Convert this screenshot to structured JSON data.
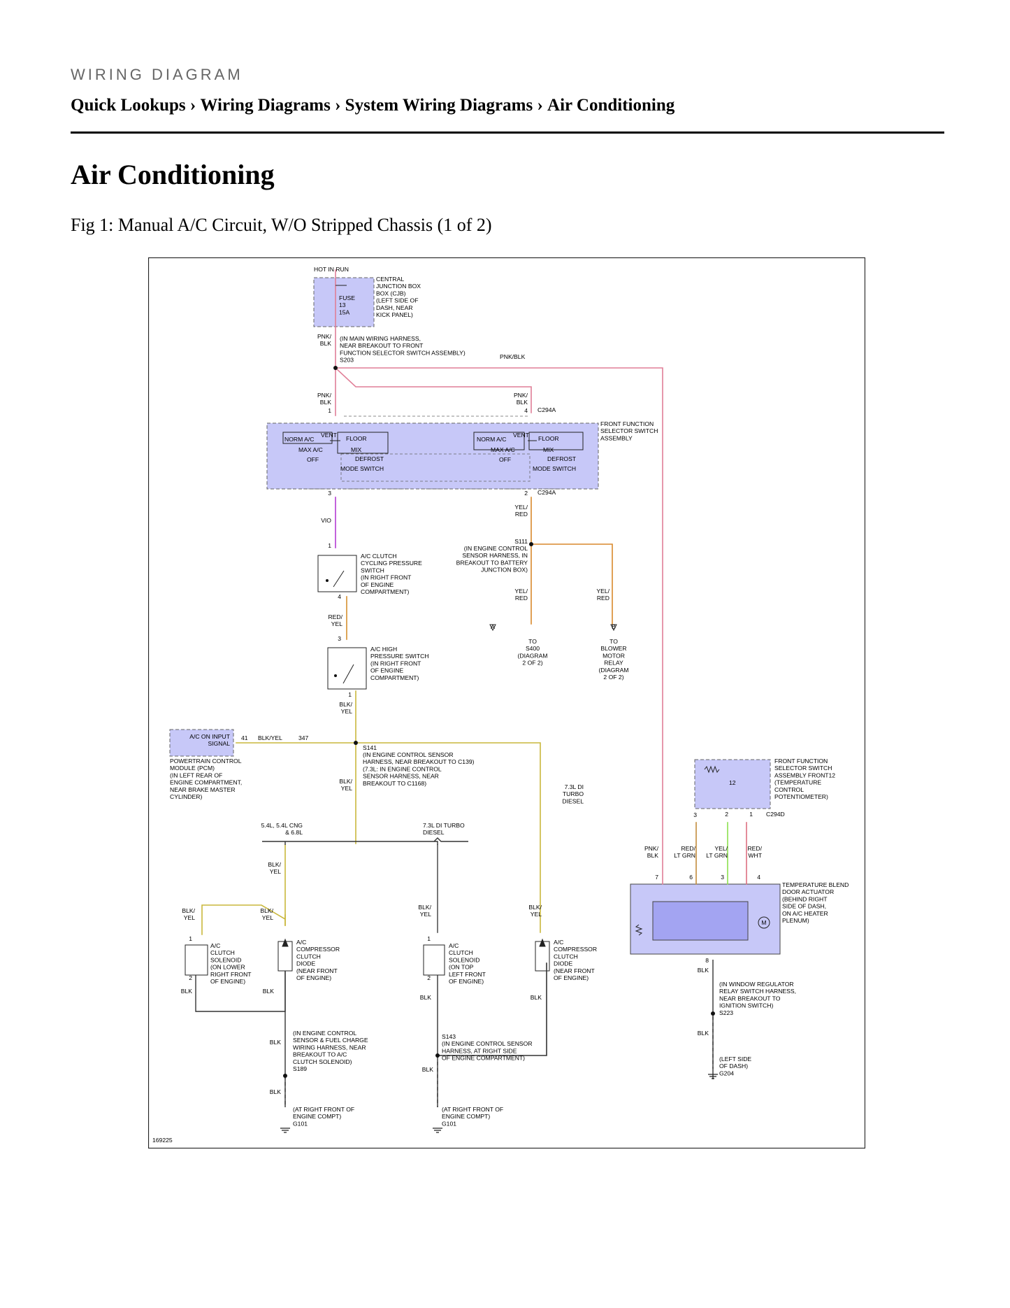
{
  "header": {
    "section_label": "WIRING DIAGRAM",
    "breadcrumb": [
      "Quick Lookups",
      "Wiring Diagrams",
      "System Wiring Diagrams",
      "Air Conditioning"
    ],
    "separator": "›"
  },
  "page_title": "Air Conditioning",
  "figure": {
    "caption": "Fig 1: Manual A/C Circuit, W/O Stripped Chassis (1 of 2)",
    "diagram_id": "169225",
    "colors": {
      "component_fill": "#c7c8f8",
      "actuator_inner": "#a3a4f2",
      "wire_pnk_blk": "#e07f97",
      "wire_vio": "#b43ad4",
      "wire_yel_red": "#d9892b",
      "wire_red_yel": "#d6902f",
      "wire_blk_yel": "#c9b73c",
      "wire_blk": "#333333",
      "wire_red_lt_grn": "#c38c3c",
      "wire_yel_lt_grn": "#8be04d",
      "wire_red_wht": "#de6f80"
    },
    "labels": {
      "hot_in_run": "HOT IN RUN",
      "cjb": [
        "CENTRAL",
        "JUNCTION BOX",
        "BOX (CJB)",
        "(LEFT SIDE OF",
        "DASH, NEAR",
        "KICK PANEL)"
      ],
      "fuse": [
        "FUSE",
        "13",
        "15A"
      ],
      "pnk_blk_top": [
        "PNK/",
        "BLK"
      ],
      "main_harness": [
        "(IN MAIN WIRING HARNESS,",
        "NEAR BREAKOUT TO FRONT",
        "FUNCTION SELECTOR SWITCH ASSEMBLY)",
        "S203"
      ],
      "pnk_blk_run": "PNK/BLK",
      "pnk_blk_left": [
        "PNK/",
        "BLK"
      ],
      "pnk_blk_right": [
        "PNK/",
        "BLK"
      ],
      "pin_1_top": "1",
      "pin_4_top": "4",
      "c294a_top": "C294A",
      "ffss": [
        "FRONT FUNCTION",
        "SELECTOR SWITCH",
        "ASSEMBLY"
      ],
      "switch_left": {
        "norm_ac": "NORM A/C",
        "vent": "VENT",
        "floor": "FLOOR",
        "max_ac": "MAX A/C",
        "mix": "MIX",
        "off": "OFF",
        "defrost": "DEFROST",
        "mode": "MODE SWITCH"
      },
      "switch_right": {
        "norm_ac": "NORM A/C",
        "vent": "VENT",
        "floor": "FLOOR",
        "max_ac": "MAX A/C",
        "mix": "MIX",
        "off": "OFF",
        "defrost": "DEFROST",
        "mode": "MODE SWITCH"
      },
      "pin_3_sw": "3",
      "pin_2_sw": "2",
      "c294a_bot": "C294A",
      "vio": "VIO",
      "yel_red_1": [
        "YEL/",
        "RED"
      ],
      "s111": "S111",
      "s111_desc": [
        "(IN ENGINE CONTROL",
        "SENSOR HARNESS, IN",
        "BREAKOUT TO BATTERY",
        "JUNCTION BOX)"
      ],
      "yel_red_2": [
        "YEL/",
        "RED"
      ],
      "yel_red_3": [
        "YEL/",
        "RED"
      ],
      "conn_a": "A",
      "conn_b": "B",
      "to_s400": [
        "TO",
        "S400",
        "(DIAGRAM",
        "2 OF 2)"
      ],
      "to_blower": [
        "TO",
        "BLOWER",
        "MOTOR",
        "RELAY",
        "(DIAGRAM",
        "2 OF 2)"
      ],
      "pin_1_ccps": "1",
      "ccps": [
        "A/C CLUTCH",
        "CYCLING PRESSURE",
        "SWITCH",
        "(IN RIGHT FRONT",
        "OF ENGINE",
        "COMPARTMENT)"
      ],
      "pin_4_ccps": "4",
      "red_yel": [
        "RED/",
        "YEL"
      ],
      "pin_3_hps": "3",
      "hps": [
        "A/C HIGH",
        "PRESSURE SWITCH",
        "(IN RIGHT FRONT",
        "OF ENGINE",
        "COMPARTMENT)"
      ],
      "pin_1_hps": "1",
      "blk_yel_hps": [
        "BLK/",
        "YEL"
      ],
      "ac_on_input": [
        "A/C ON INPUT",
        "SIGNAL"
      ],
      "pin_41": "41",
      "blk_yel_pcm": "BLK/YEL",
      "circuit_347": "347",
      "pcm": [
        "POWERTRAIN CONTROL",
        "MODULE (PCM)",
        "(IN LEFT REAR OF",
        "ENGINE COMPARTMENT,",
        "NEAR BRAKE MASTER",
        "CYLINDER)"
      ],
      "s141": "S141",
      "s141_desc": [
        "(IN ENGINE CONTROL SENSOR",
        "HARNESS, NEAR BREAKOUT TO C139)",
        "(7.3L: IN ENGINE CONTROL",
        "SENSOR HARNESS, NEAR",
        "BREAKOUT TO C1168)"
      ],
      "blk_yel_s141": [
        "BLK/",
        "YEL"
      ],
      "turbo_right": [
        "7.3L DI",
        "TURBO",
        "DIESEL"
      ],
      "gas_engines": [
        "5.4L, 5.4L CNG",
        "& 6.8L"
      ],
      "turbo_mid": [
        "7.3L DI TURBO",
        "DIESEL"
      ],
      "blk_yel_a": [
        "BLK/",
        "YEL"
      ],
      "blk_yel_b": [
        "BLK/",
        "YEL"
      ],
      "blk_yel_c": [
        "BLK/",
        "YEL"
      ],
      "blk_yel_d": [
        "BLK/",
        "YEL"
      ],
      "blk_yel_e": [
        "BLK/",
        "YEL"
      ],
      "sol_left": [
        "A/C",
        "CLUTCH",
        "SOLENOID",
        "(ON LOWER",
        "RIGHT FRONT",
        "OF ENGINE)"
      ],
      "diode_left": [
        "A/C",
        "COMPRESSOR",
        "CLUTCH",
        "DIODE",
        "(NEAR FRONT",
        "OF ENGINE)"
      ],
      "sol_mid": [
        "A/C",
        "CLUTCH",
        "SOLENOID",
        "(ON TOP",
        "LEFT FRONT",
        "OF ENGINE)"
      ],
      "diode_right": [
        "A/C",
        "COMPRESSOR",
        "CLUTCH",
        "DIODE",
        "(NEAR FRONT",
        "OF ENGINE)"
      ],
      "pin_1_sl": "1",
      "pin_2_sl": "2",
      "pin_1_sm": "1",
      "pin_2_sm": "2",
      "blk_1": "BLK",
      "blk_2": "BLK",
      "blk_3": "BLK",
      "blk_4": "BLK",
      "blk_5": "BLK",
      "blk_6": "BLK",
      "blk_7": "BLK",
      "blk_8": "BLK",
      "s189_desc": [
        "(IN ENGINE CONTROL",
        "SENSOR & FUEL CHARGE",
        "WIRING HARNESS, NEAR",
        "BREAKOUT TO A/C",
        "CLUTCH SOLENOID)",
        "S189"
      ],
      "s143_desc": [
        "S143",
        "(IN ENGINE CONTROL SENSOR",
        "HARNESS, AT RIGHT SIDE",
        "OF ENGINE COMPARTMENT)"
      ],
      "g101_left": [
        "(AT RIGHT FRONT OF",
        "ENGINE COMPT)",
        "G101"
      ],
      "g101_mid": [
        "(AT RIGHT FRONT OF",
        "ENGINE COMPT)",
        "G101"
      ],
      "ffss12": [
        "FRONT FUNCTION",
        "SELECTOR SWITCH",
        "ASSEMBLY FRONT12",
        "(TEMPERATURE",
        "CONTROL",
        "POTENTIOMETER)"
      ],
      "pot_12": "12",
      "pin_3_pot": "3",
      "pin_2_pot": "2",
      "pin_1_pot": "1",
      "c294d": "C294D",
      "pnk_blk_act": [
        "PNK/",
        "BLK"
      ],
      "red_lt_grn": [
        "RED/",
        "LT GRN"
      ],
      "yel_lt_grn": [
        "YEL/",
        "LT GRN"
      ],
      "red_wht": [
        "RED/",
        "WHT"
      ],
      "pin_7": "7",
      "pin_6": "6",
      "pin_3_act": "3",
      "pin_4_act": "4",
      "actuator": [
        "TEMPERATURE BLEND",
        "DOOR ACTUATOR",
        "(BEHIND RIGHT",
        "SIDE OF DASH,",
        "ON A/C HEATER",
        "PLENUM)"
      ],
      "motor_m": "M",
      "pin_8": "8",
      "blk_act": "BLK",
      "s223_desc": [
        "(IN WINDOW REGULATOR",
        "RELAY SWITCH HARNESS,",
        "NEAR BREAKOUT TO",
        "IGNITION SWITCH)",
        "S223"
      ],
      "blk_s223": "BLK",
      "g204": [
        "(LEFT SIDE",
        "OF DASH)",
        "G204"
      ]
    }
  }
}
